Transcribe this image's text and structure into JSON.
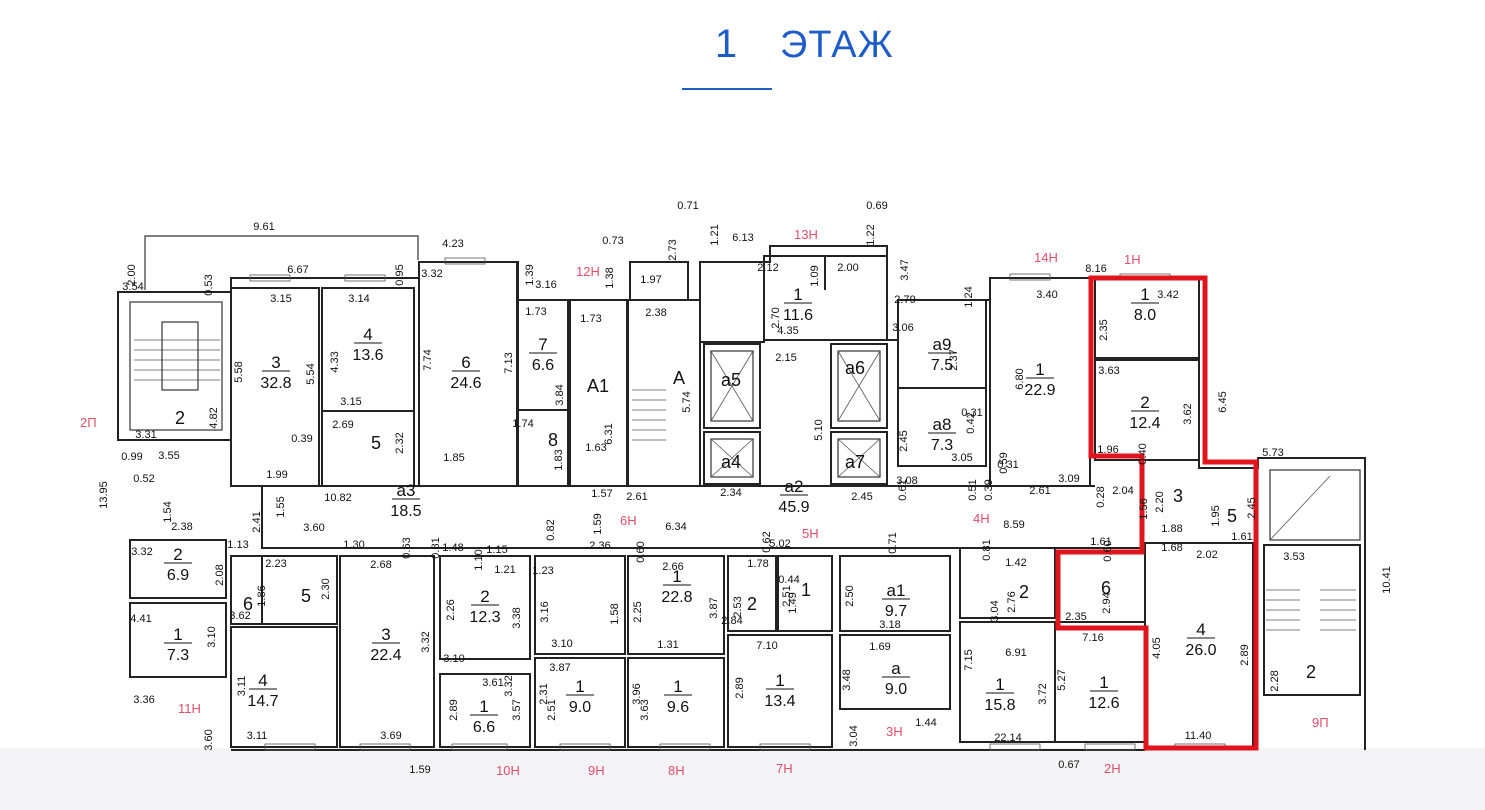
{
  "title": {
    "number": "1",
    "word": "ЭТАЖ"
  },
  "colors": {
    "title": "#1e5cc8",
    "highlight": "#e0141c",
    "entrance": "#e0506a",
    "wall": "#222222"
  },
  "rooms": [
    {
      "id": "l2",
      "num": "2",
      "area": ""
    },
    {
      "id": "l3",
      "num": "3",
      "area": "32.8"
    },
    {
      "id": "l4",
      "num": "4",
      "area": "13.6"
    },
    {
      "id": "l5",
      "num": "5",
      "area": ""
    },
    {
      "id": "l6",
      "num": "6",
      "area": "24.6"
    },
    {
      "id": "l7",
      "num": "7",
      "area": "6.6"
    },
    {
      "id": "l8",
      "num": "8",
      "area": ""
    },
    {
      "id": "lA1",
      "num": "А1",
      "area": ""
    },
    {
      "id": "lA",
      "num": "А",
      "area": ""
    },
    {
      "id": "a5",
      "num": "а5",
      "area": ""
    },
    {
      "id": "a4",
      "num": "а4",
      "area": ""
    },
    {
      "id": "a6",
      "num": "а6",
      "area": ""
    },
    {
      "id": "a7",
      "num": "а7",
      "area": ""
    },
    {
      "id": "c1",
      "num": "1",
      "area": "11.6"
    },
    {
      "id": "a9",
      "num": "а9",
      "area": "7.5"
    },
    {
      "id": "a8",
      "num": "а8",
      "area": "7.3"
    },
    {
      "id": "r14",
      "num": "1",
      "area": "22.9"
    },
    {
      "id": "h1",
      "num": "1",
      "area": "8.0"
    },
    {
      "id": "h2",
      "num": "2",
      "area": "12.4"
    },
    {
      "id": "h3",
      "num": "3",
      "area": ""
    },
    {
      "id": "h5",
      "num": "5",
      "area": ""
    },
    {
      "id": "h6",
      "num": "6",
      "area": ""
    },
    {
      "id": "h4",
      "num": "4",
      "area": "26.0"
    },
    {
      "id": "rs2",
      "num": "2",
      "area": ""
    },
    {
      "id": "a2",
      "num": "а2",
      "area": "45.9"
    },
    {
      "id": "a3",
      "num": "а3",
      "area": "18.5"
    },
    {
      "id": "b2",
      "num": "2",
      "area": "6.9"
    },
    {
      "id": "b1",
      "num": "1",
      "area": "7.3"
    },
    {
      "id": "b6",
      "num": "6",
      "area": ""
    },
    {
      "id": "b5",
      "num": "5",
      "area": ""
    },
    {
      "id": "b4",
      "num": "4",
      "area": "14.7"
    },
    {
      "id": "b3",
      "num": "3",
      "area": "22.4"
    },
    {
      "id": "k2",
      "num": "2",
      "area": "12.3"
    },
    {
      "id": "k1",
      "num": "1",
      "area": "6.6"
    },
    {
      "id": "m1",
      "num": "1",
      "area": "22.8"
    },
    {
      "id": "n1",
      "num": "1",
      "area": "9.0"
    },
    {
      "id": "n2",
      "num": "1",
      "area": "9.6"
    },
    {
      "id": "p2",
      "num": "2",
      "area": ""
    },
    {
      "id": "p1",
      "num": "1",
      "area": ""
    },
    {
      "id": "q1",
      "num": "1",
      "area": "13.4"
    },
    {
      "id": "aa1",
      "num": "а1",
      "area": "9.7"
    },
    {
      "id": "aa",
      "num": "а",
      "area": "9.0"
    },
    {
      "id": "s2",
      "num": "2",
      "area": ""
    },
    {
      "id": "s1",
      "num": "1",
      "area": "15.8"
    },
    {
      "id": "t1",
      "num": "1",
      "area": "12.6"
    }
  ],
  "entrances": [
    "13Н",
    "12Н",
    "14Н",
    "1Н",
    "2П",
    "11Н",
    "6Н",
    "5Н",
    "4Н",
    "10Н",
    "9Н",
    "8Н",
    "7Н",
    "3Н",
    "2Н",
    "9П"
  ],
  "dimensions": [
    "9.61",
    "4.23",
    "0.71",
    "0.73",
    "2.73",
    "1.21",
    "6.13",
    "1.22",
    "0.69",
    "2.00",
    "3.54",
    "0.53",
    "6.67",
    "0.95",
    "3.32",
    "1.39",
    "3.16",
    "1.38",
    "1.97",
    "2.12",
    "1.09",
    "2.00",
    "3.47",
    "8.16",
    "3.40",
    "3.42",
    "2.79",
    "1.24",
    "3.15",
    "3.14",
    "1.73",
    "1.73",
    "2.38",
    "2.70",
    "4.35",
    "3.06",
    "2.35",
    "5.58",
    "4.33",
    "5.54",
    "7.74",
    "7.13",
    "3.84",
    "6.31",
    "5.74",
    "2.15",
    "2.37",
    "6.80",
    "3.63",
    "3.62",
    "6.45",
    "4.82",
    "3.15",
    "2.69",
    "2.32",
    "0.39",
    "1.74",
    "1.83",
    "5.10",
    "2.45",
    "0.42",
    "0.31",
    "3.31",
    "3.55",
    "1.99",
    "1.85",
    "1.63",
    "1.96",
    "0.40",
    "5.73",
    "0.99",
    "0.52",
    "13.95",
    "1.54",
    "10.82",
    "1.57",
    "2.61",
    "2.34",
    "2.45",
    "0.61",
    "3.08",
    "3.05",
    "0.51",
    "0.39",
    "0.59",
    "0.31",
    "2.61",
    "3.09",
    "0.28",
    "2.04",
    "2.20",
    "1.95",
    "2.45",
    "2.38",
    "2.41",
    "1.55",
    "3.60",
    "1.59",
    "0.82",
    "6.34",
    "1.88",
    "1.56",
    "1.68",
    "2.02",
    "1.61",
    "0.60",
    "1.13",
    "1.30",
    "0.63",
    "0.81",
    "1.48",
    "1.10",
    "1.15",
    "2.36",
    "0.60",
    "0.62",
    "0.71",
    "0.81",
    "8.59",
    "1.61",
    "3.32",
    "2.08",
    "2.23",
    "2.68",
    "1.21",
    "1.23",
    "2.66",
    "1.78",
    "5.02",
    "1.42",
    "3.53",
    "10.41",
    "1.86",
    "2.30",
    "3.16",
    "2.25",
    "2.53",
    "2.51",
    "0.44",
    "1.49",
    "2.50",
    "3.04",
    "2.76",
    "2.94",
    "3.10",
    "1.31",
    "4.41",
    "3.62",
    "2.26",
    "3.38",
    "1.58",
    "3.87",
    "2.84",
    "3.18",
    "2.35",
    "7.16",
    "3.10",
    "3.32",
    "3.10",
    "3.61",
    "3.87",
    "7.10",
    "1.69",
    "7.15",
    "6.91",
    "4.05",
    "2.89",
    "3.11",
    "3.32",
    "2.31",
    "3.96",
    "3.48",
    "5.27",
    "3.72",
    "2.28",
    "2.89",
    "2.89",
    "3.57",
    "2.51",
    "3.63",
    "3.36",
    "3.60",
    "3.11",
    "3.69",
    "1.44",
    "22.14",
    "11.40",
    "3.04",
    "1.59",
    "0.67"
  ]
}
